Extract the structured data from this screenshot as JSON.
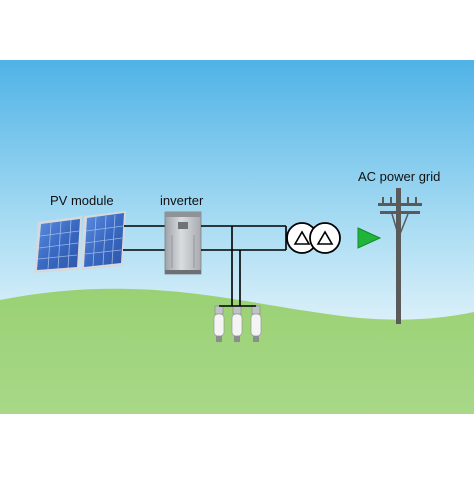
{
  "labels": {
    "pv_module": "PV module",
    "inverter": "inverter",
    "ac_power_grid": "AC power grid"
  },
  "colors": {
    "sky_top": "#4fb3e6",
    "sky_bottom": "#e3f3fb",
    "ground": "#9fd27a",
    "ground_edge": "#8cc66a",
    "panel_blue": "#3f6fc9",
    "panel_cell_line": "#a9c6f0",
    "panel_frame": "#c9ced6",
    "inverter_body": "#bfc3c7",
    "inverter_edge": "#7d8186",
    "wire": "#000000",
    "arrow": "#1fb53a",
    "pole": "#5a5a5a",
    "bulb": "#f2f2f2"
  },
  "icons": {
    "solar_panels": "solar-panels-icon",
    "inverter": "inverter-cabinet-icon",
    "transformer": "transformer-icon",
    "arrow": "flow-arrow-icon",
    "utility_pole": "utility-pole-icon",
    "bulb": "light-bulb-icon"
  }
}
